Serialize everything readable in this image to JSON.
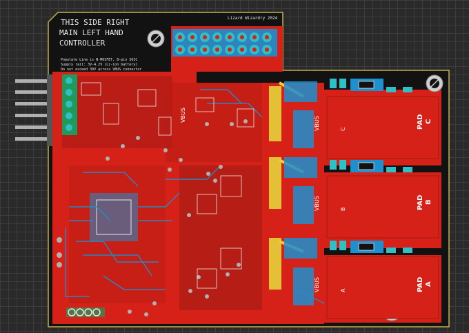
{
  "title_lines": [
    "THIS SIDE RIGHT",
    "MAIN LEFT HAND",
    "CONTROLLER"
  ],
  "author_credit": "Lizard Wizardry 2024",
  "notes_lines": [
    "Populate Line is N-MOSFET, 8-pin SOIC",
    "Supply rail: 3V-4.2V (Li-ion battery)",
    "Do not exceed 30V across VBUS connector"
  ],
  "vbus_label": "VBUS",
  "phases": [
    {
      "pad_label": "PAD",
      "phase": "C",
      "vbus": "VBUS",
      "net": "C"
    },
    {
      "pad_label": "PAD",
      "phase": "B",
      "vbus": "VBUS",
      "net": "B"
    },
    {
      "pad_label": "PAD",
      "phase": "A",
      "vbus": "VBUS",
      "net": "A"
    }
  ],
  "colors": {
    "board_fill": "#121212",
    "board_outline": "#c8b04a",
    "copper_front": "#d62118",
    "copper_dark": "#9e1a14",
    "copper_back": "#1e8fcf",
    "silkscreen": "#e8e8e8",
    "gold_pad": "#e6d23a",
    "via": "#b0b0b0",
    "green_pad": "#1f9a5a",
    "cyan_pad": "#2fbfc7",
    "mounting_hole": "#cfcfcf"
  }
}
